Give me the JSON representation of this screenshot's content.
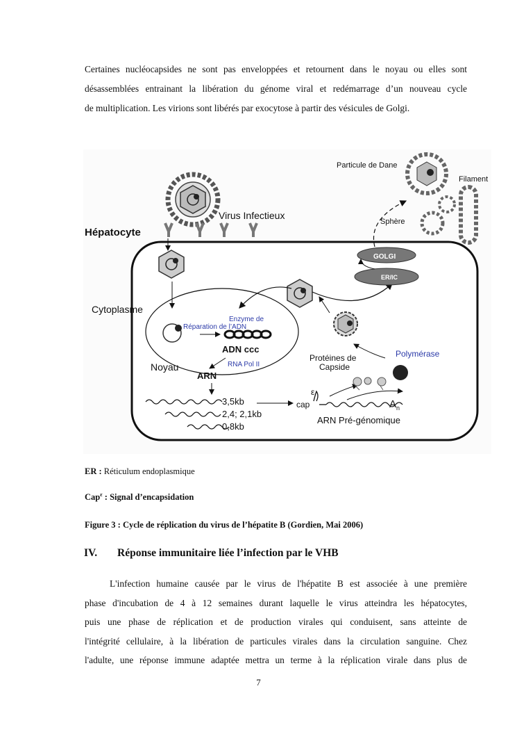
{
  "intro_lines": [
    "Certaines nucléocapsides ne sont pas enveloppées et retournent dans le noyau ou elles sont",
    "désassemblées entrainant la libération du génome viral et redémarrage d’un nouveau cycle",
    "de multiplication. Les virions sont libérés par exocytose à partir des vésicules de Golgi."
  ],
  "figure": {
    "labels": {
      "dane": "Particule de Dane",
      "filament": "Filament",
      "sphere": "Sphère",
      "virus": "Virus Infectieux",
      "hepatocyte": "Hépatocyte",
      "golgi": "GOLGI",
      "eric": "ER/IC",
      "cytoplasme": "Cytoplasme",
      "enzyme1": "Enzyme de",
      "enzyme2": "Réparation de l’ADN",
      "adnccc": "ADN ccc",
      "rnapol": "RNA Pol II",
      "noyau": "Noyau",
      "arn": "ARN",
      "proteines1": "Protéines de",
      "proteines2": "Capside",
      "polymerase": "Polymérase",
      "kb1": "3,5kb",
      "kb2": "2,4; 2,1kb",
      "kb3": "0,8kb",
      "epsilon": "ε",
      "cap": "cap",
      "an": "A",
      "an_sub": "n",
      "pregenome": "ARN Pré-génomique"
    },
    "colors": {
      "blue_label": "#2b3aa8",
      "line": "#111111"
    }
  },
  "notes": {
    "er_key": "ER :",
    "er_value": "Réticulum endoplasmique",
    "cap_key": "Cap",
    "cap_sup": "ε",
    "cap_value": ": Signal d’encapsidation"
  },
  "caption": "Figure 3 : Cycle de réplication du virus de l’hépatite B (Gordien, Mai 2006)",
  "section": {
    "number": "IV.",
    "title": "Réponse immunitaire liée l’infection par le VHB"
  },
  "body_lines": [
    "L'infection humaine causée par le virus de l'hépatite B est associée à une première",
    "phase d'incubation de 4 à 12 semaines durant laquelle le virus atteindra les hépatocytes,",
    "puis une phase de réplication et de production virales qui conduisent, sans atteinte de",
    "l'intégrité cellulaire, à la libération de particules virales dans la circulation sanguine. Chez",
    "l'adulte, une réponse immune adaptée mettra un terme à la réplication virale dans plus de"
  ],
  "page_number": "7"
}
